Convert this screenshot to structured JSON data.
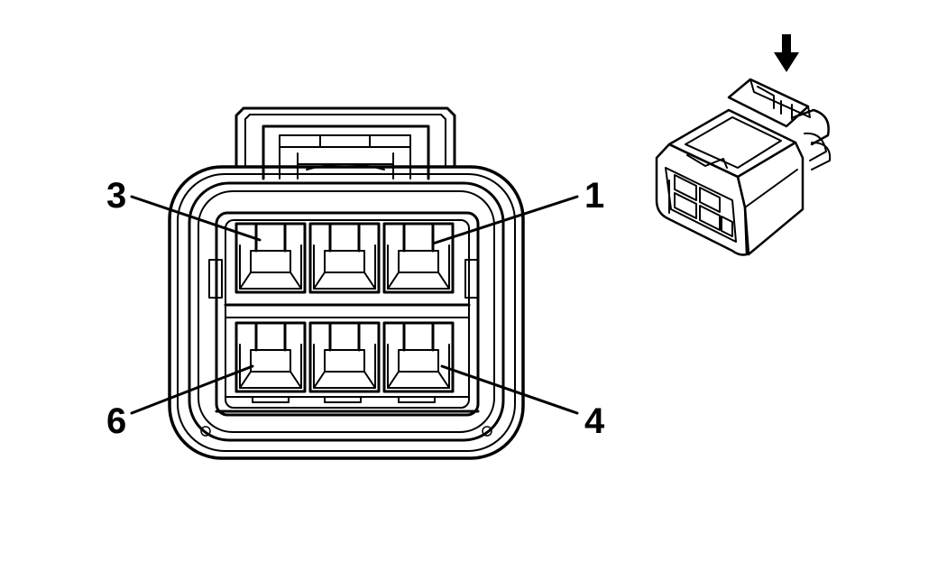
{
  "diagram": {
    "pin_labels": {
      "top_left": "3",
      "top_right": "1",
      "bottom_left": "6",
      "bottom_right": "4"
    },
    "icons": [
      "connector-face-view",
      "connector-3d-view",
      "insertion-arrow-icon"
    ],
    "colors": {
      "line": "#000000",
      "background": "#ffffff"
    }
  }
}
